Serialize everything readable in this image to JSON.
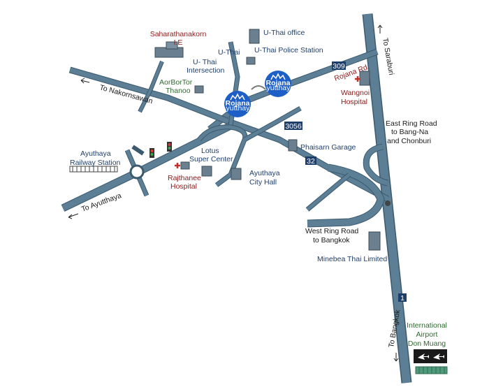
{
  "map": {
    "labels": {
      "saharathanakorn": "Saharathanakorn",
      "ie": "I.E",
      "uthai_office": "U-Thai office",
      "uthai": "U-Thai",
      "uthai_police": "U-Thai Police Station",
      "uthai_intersection_1": "U- Thai",
      "uthai_intersection_2": "Intersection",
      "aorbortor": "AorBorTor",
      "thanoo": "Thanoo",
      "to_nakornsawan": "To Nakornsawan",
      "rojana_rd": "Rojana Rd.",
      "wangnoi_1": "Wangnoi",
      "wangnoi_2": "Hospital",
      "to_saraburi": "To Saraburi",
      "east_ring_1": "East Ring Road",
      "east_ring_2": "to Bang-Na",
      "east_ring_3": "and Chonburi",
      "phaisarn": "Phaisarn Garage",
      "lotus_1": "Lotus",
      "lotus_2": "Super Center",
      "city_hall_1": "Ayuthaya",
      "city_hall_2": "City Hall",
      "railway_1": "Ayuthaya",
      "railway_2": "Railway Station",
      "rajthanee_1": "Rajthanee",
      "rajthanee_2": "Hospital",
      "to_ayutthaya": "To Ayutthaya",
      "west_ring_1": "West Ring Road",
      "west_ring_2": "to Bangkok",
      "minebea": "Minebea Thai Limited",
      "to_bangkok": "To Bangkok",
      "airport_1": "International",
      "airport_2": "Airport",
      "airport_3": "Don Muang"
    },
    "route_shields": {
      "r309": "309",
      "r3056": "3056",
      "r32": "32",
      "r1": "1"
    },
    "logos": {
      "rojana_top": "Rojana",
      "rojana_bottom": "Ayutthaya"
    },
    "colors": {
      "road": "#5c7f96",
      "shield": "#1f3f6b",
      "hospital_cross": "#c0302b",
      "logo": "#1e5fc7"
    }
  }
}
